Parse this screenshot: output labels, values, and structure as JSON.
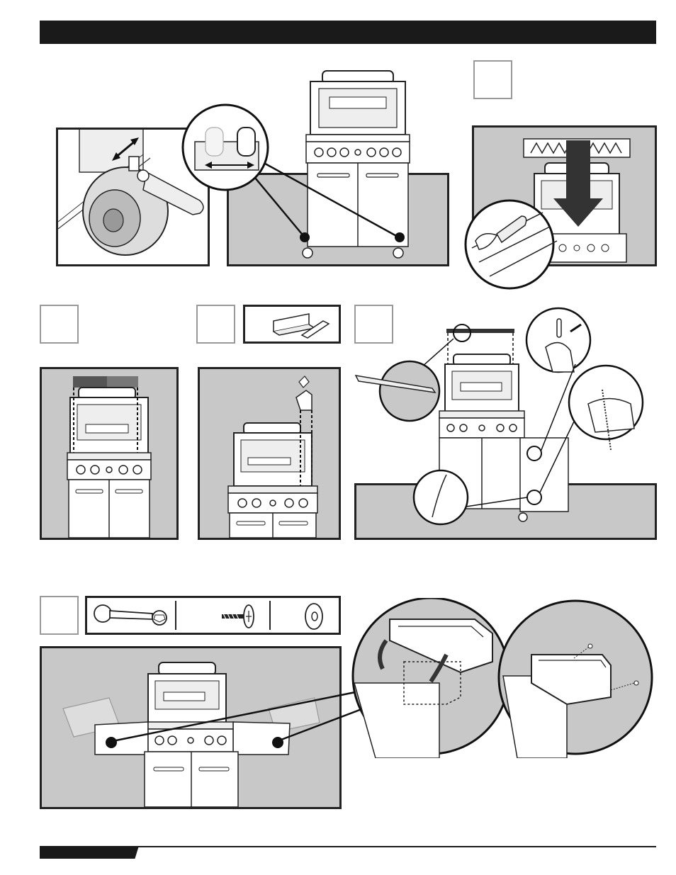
{
  "page": {
    "header_bar_color": "#1a1a1a",
    "panel_background": "#c8c8c8",
    "line_color": "#222222"
  },
  "figures": [
    {
      "id": "caster-lock",
      "icon": "caster-wheel-wrench-icon"
    },
    {
      "id": "grill-front-casters",
      "icon": "grill-front-view-icon"
    },
    {
      "id": "flavorizer-bars-install",
      "icon": "flavorizer-bars-icon"
    },
    {
      "id": "cooking-grates-install",
      "icon": "cooking-grates-icon"
    },
    {
      "id": "grease-tray-install",
      "icon": "grease-tray-icon"
    },
    {
      "id": "warming-rack-and-igniter",
      "icon": "warming-rack-igniter-icon"
    },
    {
      "id": "side-tables-install",
      "icon": "side-tables-icon"
    },
    {
      "id": "side-burner-lid",
      "icon": "side-burner-lid-icon"
    }
  ],
  "parts": {
    "grease_tray_parts": [
      "grease-tray-icon",
      "drip-pan-icon"
    ],
    "side_table_parts": [
      "wrench-icon",
      "screw-icon",
      "washer-icon"
    ]
  }
}
